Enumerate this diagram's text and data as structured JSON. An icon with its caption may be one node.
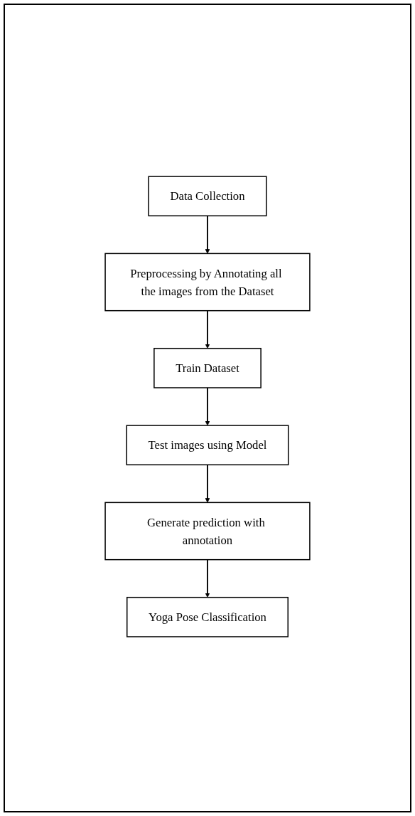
{
  "diagram": {
    "nodes": [
      {
        "text": [
          "Data Collection"
        ]
      },
      {
        "text": [
          "Preprocessing by Annotating all the images from the Dataset"
        ]
      },
      {
        "text": [
          "Train Dataset"
        ]
      },
      {
        "text": [
          "Test images using Model"
        ]
      },
      {
        "text": [
          "Generate prediction with annotation"
        ]
      },
      {
        "text": [
          "Yoga Pose Classification"
        ]
      }
    ],
    "edges": [
      {
        "from": 0,
        "to": 1,
        "arrow": "to"
      },
      {
        "from": 1,
        "to": 2,
        "arrow": "to"
      },
      {
        "from": 2,
        "to": 3,
        "arrow": "to"
      },
      {
        "from": 3,
        "to": 4,
        "arrow": "to"
      },
      {
        "from": 4,
        "to": 5,
        "arrow": "to"
      }
    ]
  }
}
